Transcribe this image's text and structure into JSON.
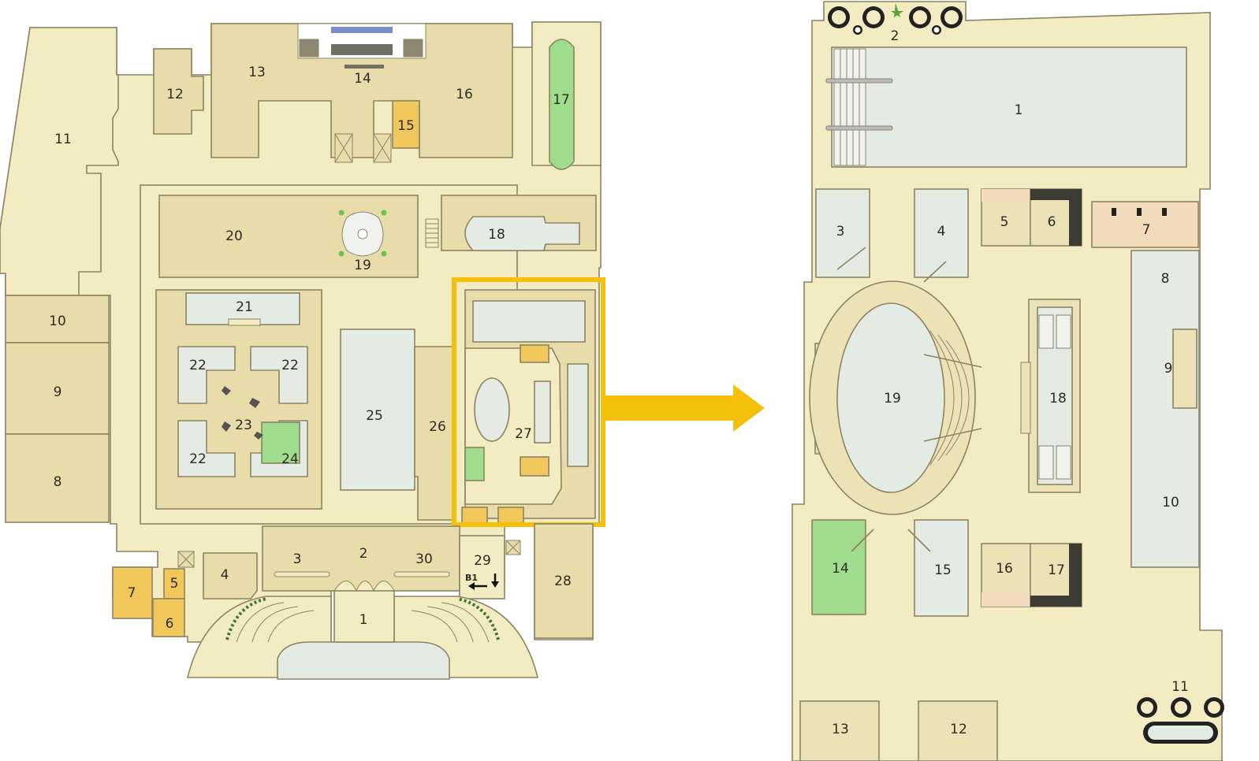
{
  "colors": {
    "corridor": "#f3ecc3",
    "room": "#e8dcab",
    "room_alt": "#ece2b5",
    "pool": "#e3ebe4",
    "green": "#9fdc8e",
    "orange": "#f2c75a",
    "wood": "#f3dcbb",
    "dark": "#3c3c34",
    "highlight": "#f5c00a",
    "wall": "#8c8463"
  },
  "icons": {
    "arrow": "right-arrow-icon",
    "stairs": "staircase-icon",
    "elevator": "elevator-icon",
    "fountain": "fountain-icon",
    "plant": "plant-icon",
    "spa_chair": "spa-chair-icon"
  },
  "main_plan": {
    "rooms": [
      {
        "id": "1",
        "label": "1"
      },
      {
        "id": "2",
        "label": "2"
      },
      {
        "id": "3",
        "label": "3"
      },
      {
        "id": "4",
        "label": "4"
      },
      {
        "id": "5",
        "label": "5"
      },
      {
        "id": "6",
        "label": "6"
      },
      {
        "id": "7",
        "label": "7"
      },
      {
        "id": "8",
        "label": "8"
      },
      {
        "id": "9",
        "label": "9"
      },
      {
        "id": "10",
        "label": "10"
      },
      {
        "id": "11",
        "label": "11"
      },
      {
        "id": "12",
        "label": "12"
      },
      {
        "id": "13",
        "label": "13"
      },
      {
        "id": "14",
        "label": "14"
      },
      {
        "id": "15",
        "label": "15"
      },
      {
        "id": "16",
        "label": "16"
      },
      {
        "id": "17",
        "label": "17"
      },
      {
        "id": "18",
        "label": "18"
      },
      {
        "id": "19",
        "label": "19"
      },
      {
        "id": "20",
        "label": "20"
      },
      {
        "id": "21",
        "label": "21"
      },
      {
        "id": "22a",
        "label": "22"
      },
      {
        "id": "22b",
        "label": "22"
      },
      {
        "id": "22c",
        "label": "22"
      },
      {
        "id": "23",
        "label": "23"
      },
      {
        "id": "24",
        "label": "24"
      },
      {
        "id": "25",
        "label": "25"
      },
      {
        "id": "26",
        "label": "26"
      },
      {
        "id": "27",
        "label": "27"
      },
      {
        "id": "28",
        "label": "28"
      },
      {
        "id": "29",
        "label": "29"
      },
      {
        "id": "30",
        "label": "30"
      }
    ],
    "basement_marker": "B1"
  },
  "detail_plan": {
    "rooms": [
      {
        "id": "1",
        "label": "1"
      },
      {
        "id": "2",
        "label": "2"
      },
      {
        "id": "3",
        "label": "3"
      },
      {
        "id": "4",
        "label": "4"
      },
      {
        "id": "5",
        "label": "5"
      },
      {
        "id": "6",
        "label": "6"
      },
      {
        "id": "7",
        "label": "7"
      },
      {
        "id": "8",
        "label": "8"
      },
      {
        "id": "9",
        "label": "9"
      },
      {
        "id": "10",
        "label": "10"
      },
      {
        "id": "11",
        "label": "11"
      },
      {
        "id": "12",
        "label": "12"
      },
      {
        "id": "13",
        "label": "13"
      },
      {
        "id": "14",
        "label": "14"
      },
      {
        "id": "15",
        "label": "15"
      },
      {
        "id": "16",
        "label": "16"
      },
      {
        "id": "17",
        "label": "17"
      },
      {
        "id": "18",
        "label": "18"
      },
      {
        "id": "19",
        "label": "19"
      }
    ]
  }
}
